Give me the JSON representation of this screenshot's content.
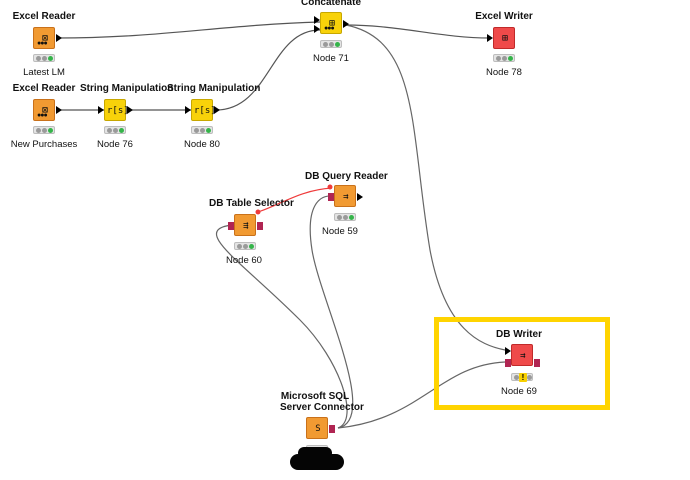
{
  "nodes": {
    "excel_reader_1": {
      "title": "Excel Reader",
      "label": "Latest LM",
      "icon": "excel-reader-icon"
    },
    "excel_reader_2": {
      "title": "Excel Reader",
      "label": "New Purchases",
      "icon": "excel-reader-icon"
    },
    "string_manip_1": {
      "title": "String Manipulation",
      "label": "Node 76",
      "icon_text": "r[s]"
    },
    "string_manip_2": {
      "title": "String Manipulation",
      "label": "Node 80",
      "icon_text": "r[s]"
    },
    "concatenate": {
      "title": "Concatenate",
      "label": "Node 71",
      "icon": "concatenate-icon"
    },
    "excel_writer": {
      "title": "Excel Writer",
      "label": "Node 78",
      "icon": "excel-writer-icon"
    },
    "db_table_selector": {
      "title": "DB Table Selector",
      "label": "Node 60",
      "icon": "db-table-selector-icon"
    },
    "db_query_reader": {
      "title": "DB Query Reader",
      "label": "Node 59",
      "icon": "db-query-reader-icon"
    },
    "db_writer": {
      "title": "DB Writer",
      "label": "Node 69",
      "icon": "db-writer-icon",
      "status": "warning"
    },
    "sql_connector": {
      "title_line1": "Microsoft SQL",
      "title_line2": "Server Connector",
      "icon": "sql-server-connector-icon"
    }
  },
  "colors": {
    "orange": "#f19a32",
    "yellow": "#f8d20a",
    "red": "#ef4a4a",
    "db_port": "#b02552",
    "highlight": "#ffd400",
    "active_connection": "#ef3b3b"
  }
}
